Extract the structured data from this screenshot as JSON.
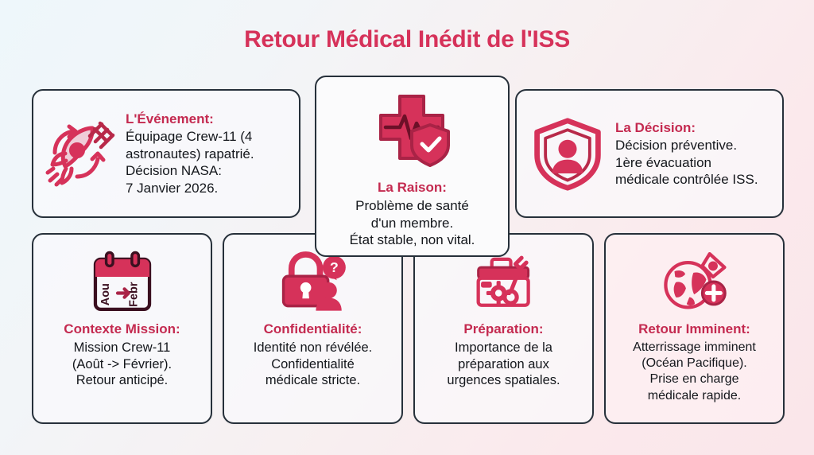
{
  "page": {
    "title": "Retour Médical Inédit de l'ISS",
    "accent_title_color": "#d6325a",
    "accent_heading_color": "#c42a50",
    "icon_color": "#d6325a",
    "border_color": "#26303a",
    "bg_gradient_from": "#eef7fb",
    "bg_gradient_to": "#fae6ea"
  },
  "cards": {
    "event": {
      "icon": "rocket-icon",
      "heading": "L'Événement:",
      "lines": [
        "Équipage Crew-11 (4",
        "astronautes) rapatrié.",
        "Décision NASA:",
        "7 Janvier 2026."
      ]
    },
    "reason": {
      "icon": "medical-cross-shield-icon",
      "heading": "La Raison:",
      "lines": [
        "Problème de santé",
        "d'un membre.",
        "État stable, non vital."
      ]
    },
    "decision": {
      "icon": "shield-person-icon",
      "heading": "La Décision:",
      "lines": [
        "Décision préventive.",
        "1ère évacuation",
        "médicale contrôlée ISS."
      ]
    },
    "context": {
      "icon": "calendar-icon",
      "icon_labels": {
        "from": "Aou",
        "to": "Febr",
        "arrow": "→"
      },
      "heading": "Contexte Mission:",
      "lines": [
        "Mission Crew-11",
        "(Août -> Février).",
        "Retour anticipé."
      ]
    },
    "confidentiality": {
      "icon": "lock-question-person-icon",
      "heading": "Confidentialité:",
      "lines": [
        "Identité non révélée.",
        "Confidentialité",
        "médicale stricte."
      ]
    },
    "preparation": {
      "icon": "toolbox-wrench-gear-icon",
      "heading": "Préparation:",
      "lines": [
        "Importance de la",
        "préparation aux",
        "urgences spatiales."
      ]
    },
    "return": {
      "icon": "globe-capsule-medical-icon",
      "heading": "Retour Imminent:",
      "lines": [
        "Atterrissage imminent",
        "(Océan Pacifique).",
        "Prise en charge",
        "médicale rapide."
      ]
    }
  }
}
